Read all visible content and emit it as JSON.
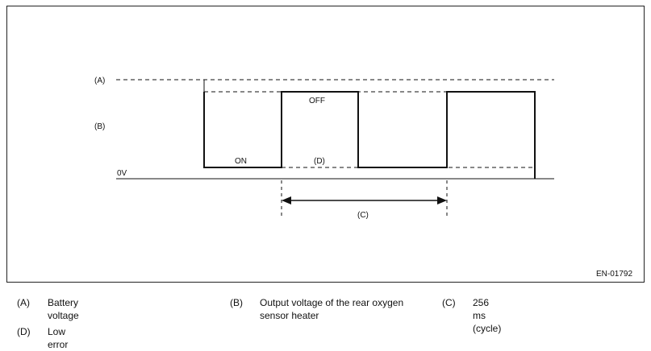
{
  "diagram": {
    "labels": {
      "a": "(A)",
      "b": "(B)",
      "zero": "0V",
      "on": "ON",
      "off": "OFF",
      "d": "(D)",
      "c": "(C)"
    },
    "figure_id": "EN-01792"
  },
  "legend": [
    {
      "key": "(A)",
      "text": "Battery voltage"
    },
    {
      "key": "(B)",
      "text": "Output voltage of the rear oxygen sensor heater"
    },
    {
      "key": "(C)",
      "text": "256 ms (cycle)"
    },
    {
      "key": "(D)",
      "text": "Low error"
    }
  ]
}
